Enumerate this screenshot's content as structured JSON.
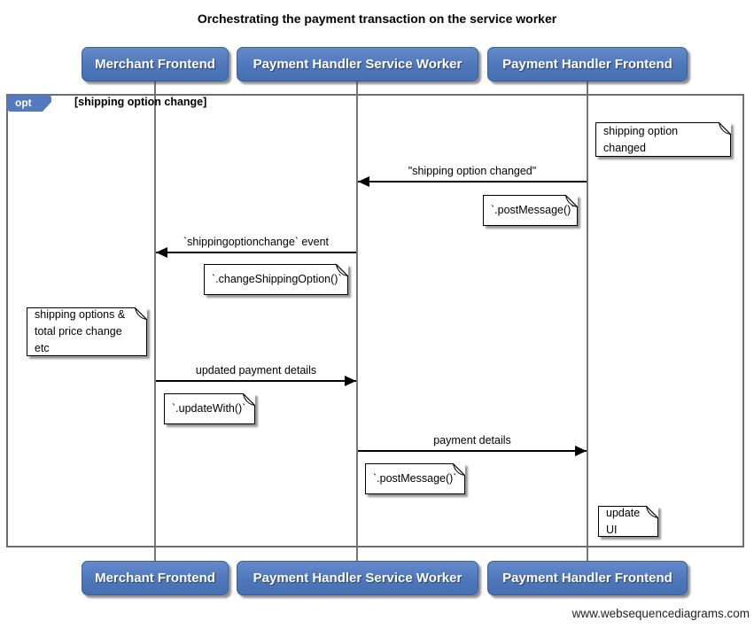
{
  "title": "Orchestrating the payment transaction on the service worker",
  "watermark": "www.websequencediagrams.com",
  "colors": {
    "actor_fill": "#4e77bb",
    "actor_border": "#38609f",
    "fragment_tab": "#5379be",
    "lifeline": "#767676",
    "frame_border": "#6e6e6e",
    "note_bg": "#ffffff",
    "arrow": "#000000"
  },
  "actors": [
    {
      "label": "Merchant Frontend"
    },
    {
      "label": "Payment Handler Service Worker"
    },
    {
      "label": "Payment Handler Frontend"
    }
  ],
  "fragment": {
    "operator": "opt",
    "guard": "[shipping option change]"
  },
  "messages": [
    {
      "label": "\"shipping option changed\"",
      "from": "Payment Handler Frontend",
      "to": "Payment Handler Service Worker",
      "direction": "left"
    },
    {
      "label": "`shippingoptionchange` event",
      "from": "Payment Handler Service Worker",
      "to": "Merchant Frontend",
      "direction": "left"
    },
    {
      "label": "updated payment details",
      "from": "Merchant Frontend",
      "to": "Payment Handler Service Worker",
      "direction": "right"
    },
    {
      "label": "payment details",
      "from": "Payment Handler Service Worker",
      "to": "Payment Handler Frontend",
      "direction": "right"
    }
  ],
  "notes": [
    {
      "text": "shipping option changed"
    },
    {
      "text": "`.postMessage()`"
    },
    {
      "text": "`.changeShippingOption()`"
    },
    {
      "text": "shipping options &\ntotal price change etc"
    },
    {
      "text": "`.updateWith()`"
    },
    {
      "text": "`.postMessage()`"
    },
    {
      "text": "update UI"
    }
  ]
}
